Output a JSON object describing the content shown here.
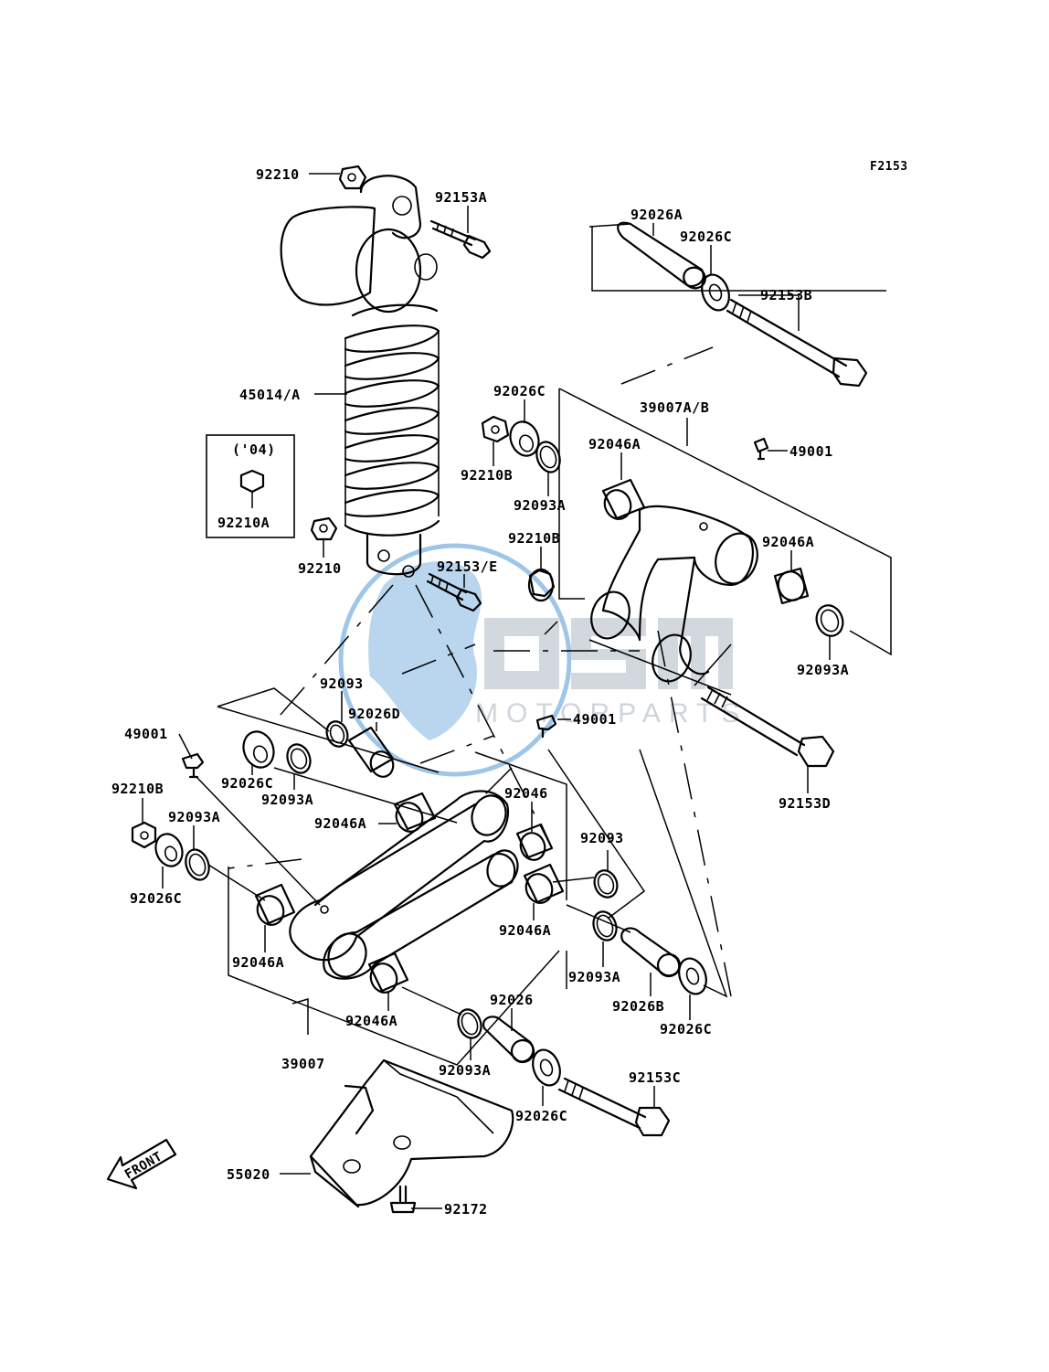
{
  "figure_code": "F2153",
  "watermark": {
    "brand": "OSM",
    "tagline": "MOTORPARTS",
    "colors": {
      "globe": "#9ec6e8",
      "letters": "#d2d8de",
      "tagline": "#cfd5dc"
    }
  },
  "front_arrow_label": "FRONT",
  "inset": {
    "year": "('04)",
    "part": "92210A"
  },
  "labels": {
    "p92210_top": "92210",
    "p92153A": "92153A",
    "p92026A": "92026A",
    "p92026C_top": "92026C",
    "p92153B": "92153B",
    "p45014A": "45014/A",
    "p92026C_mid": "92026C",
    "p92210B_mid": "92210B",
    "p92093A_mid": "92093A",
    "p39007AB": "39007A/B",
    "p49001_right": "49001",
    "p92046A_r1": "92046A",
    "p92046A_r2": "92046A",
    "p92093A_r": "92093A",
    "p92210_low": "92210",
    "p92153E": "92153/E",
    "p92210B_low": "92210B",
    "p92093_top": "92093",
    "p92026D": "92026D",
    "p49001_left": "49001",
    "p49001_center": "49001",
    "p92026C_l": "92026C",
    "p92093A_l": "92093A",
    "p92046A_l": "92046A",
    "p92046": "92046",
    "p92093_r": "92093",
    "p92153D": "92153D",
    "p92210B_l": "92210B",
    "p92093A_l2": "92093A",
    "p92026C_l2": "92026C",
    "p92046A_c": "92046A",
    "p92046A_bl": "92046A",
    "p92093A_c": "92093A",
    "p92026B": "92026B",
    "p92026C_c": "92026C",
    "p92026": "92026",
    "p92046A_b": "92046A",
    "p39007": "39007",
    "p92093A_b": "92093A",
    "p92153C": "92153C",
    "p92026C_b": "92026C",
    "p55020": "55020",
    "p92172": "92172"
  }
}
